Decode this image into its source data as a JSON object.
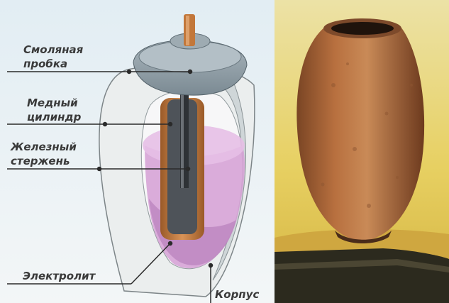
{
  "labels": {
    "resin_plug": [
      "Смоляная",
      "пробка"
    ],
    "copper_cylinder": [
      "Медный",
      "цилиндр"
    ],
    "iron_rod": [
      "Железный",
      "стержень"
    ],
    "electrolyte": [
      "Электролит"
    ],
    "body": [
      "Корпус"
    ]
  },
  "colors": {
    "body_shell": "#e9ecec",
    "electrolyte": "#d9a9d9",
    "plug": "#8f9da6",
    "copper": "#c97b3b",
    "iron": "#5a5e63",
    "leader": "#2a2a2a",
    "photo_bg": "#e3cf5b",
    "vase": "#b56a3c"
  }
}
